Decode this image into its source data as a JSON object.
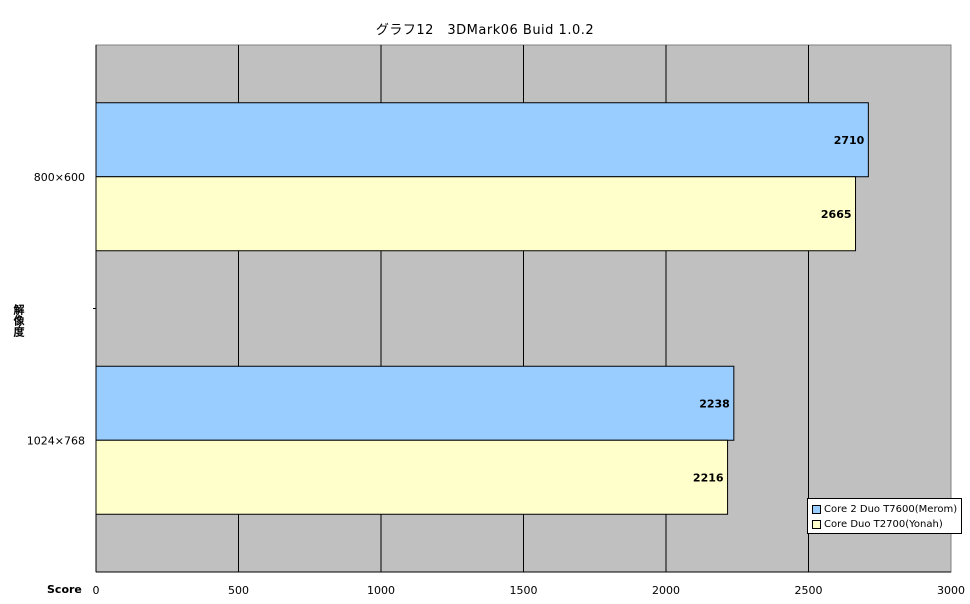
{
  "chart_data": {
    "type": "bar",
    "orientation": "horizontal",
    "title": "グラフ12　3DMark06  Buid 1.0.2",
    "xlabel": "Score",
    "ylabel": "解像度",
    "categories": [
      "800×600",
      "1024×768"
    ],
    "series": [
      {
        "name": "Core 2 Duo T7600(Merom)",
        "color": "#99ccff",
        "values": [
          2710,
          2238
        ]
      },
      {
        "name": "Core Duo T2700(Yonah)",
        "color": "#ffffcc",
        "values": [
          2665,
          2216
        ]
      }
    ],
    "xlim": [
      0,
      3000
    ],
    "xticks": [
      0,
      500,
      1000,
      1500,
      2000,
      2500,
      3000
    ],
    "grid": true,
    "plot_background": "#c0c0c0",
    "legend_position": "bottom-right",
    "data_labels": true
  }
}
